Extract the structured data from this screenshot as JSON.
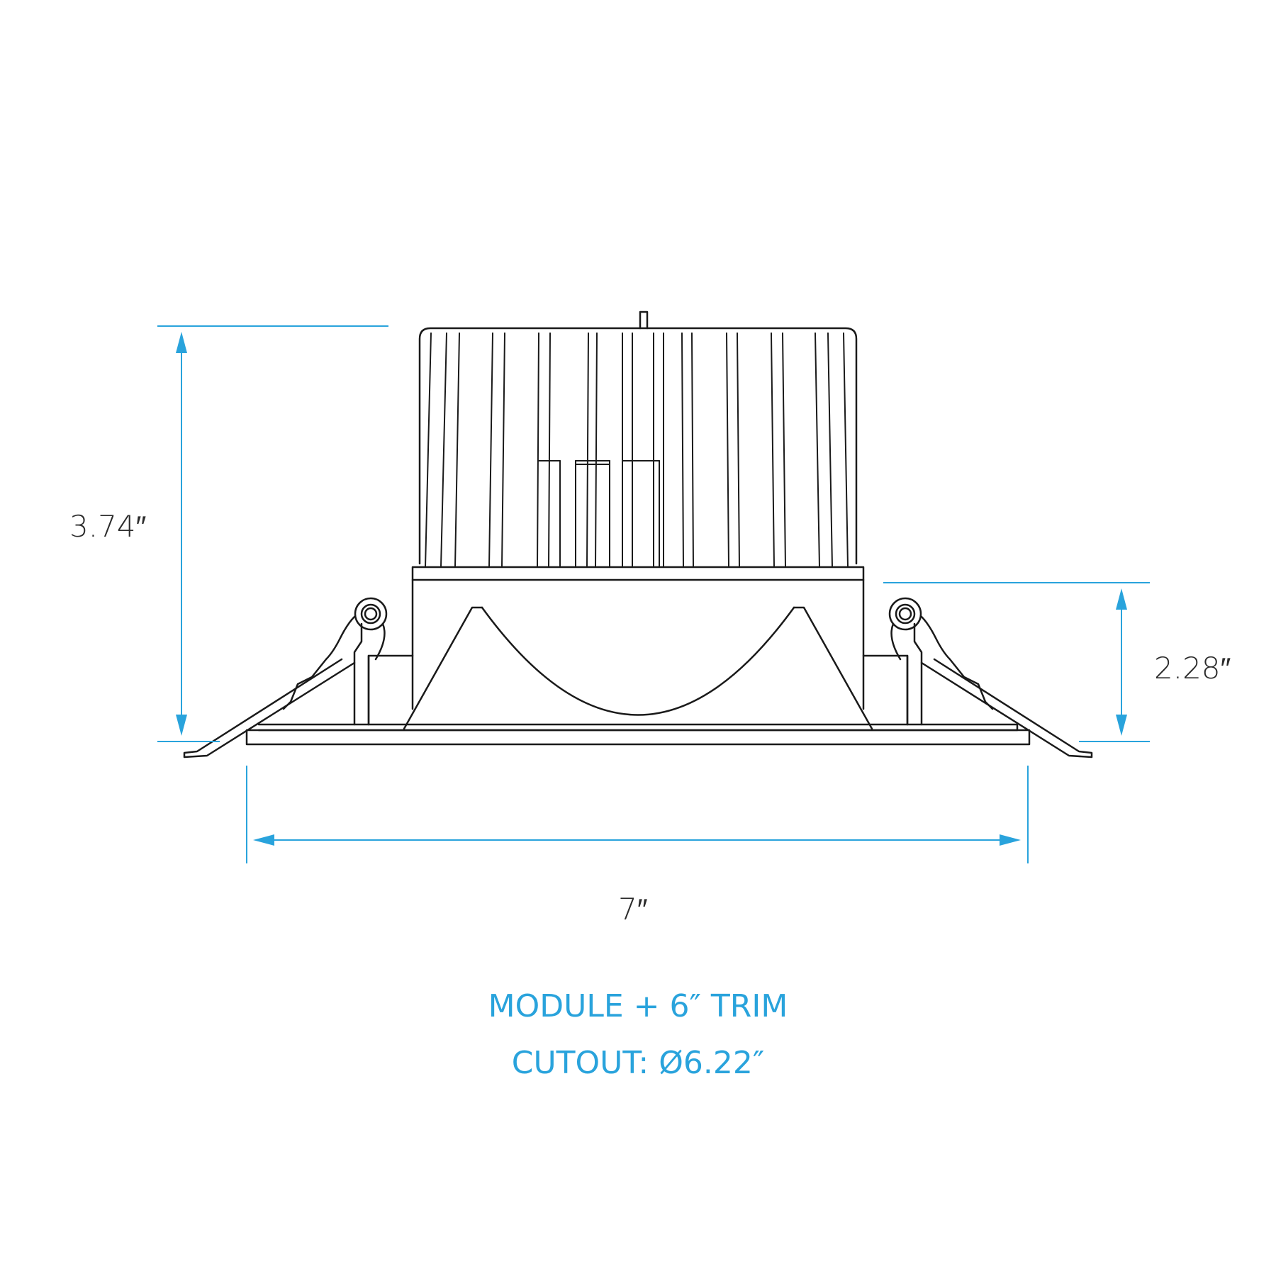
{
  "dimensions": {
    "overall_height": "3.74″",
    "housing_height": "2.28″",
    "trim_width": "7″"
  },
  "caption": {
    "line1": "MODULE + 6″ TRIM",
    "line2": "CUTOUT: Ø6.22″"
  },
  "colors": {
    "dimension_line": "#29a3dc",
    "outline": "#1a1a1a"
  }
}
